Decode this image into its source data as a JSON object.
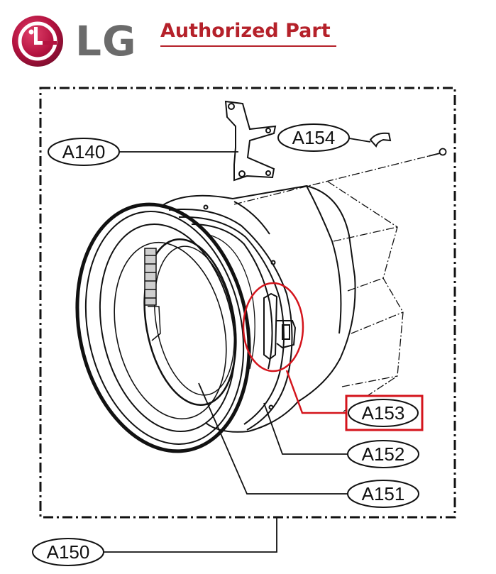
{
  "header": {
    "brand": "LG",
    "tagline": "Authorized Part"
  },
  "colors": {
    "brand_red": "#b5212a",
    "logo_gray": "#6b6b6b",
    "highlight_red": "#d4141c",
    "line": "#111111"
  },
  "icons": {
    "logo": "lg-circle-face-logo"
  },
  "labels": {
    "a140": "A140",
    "a154": "A154",
    "a153": "A153",
    "a152": "A152",
    "a151": "A151",
    "a150": "A150"
  },
  "highlight": {
    "part": "A153"
  }
}
